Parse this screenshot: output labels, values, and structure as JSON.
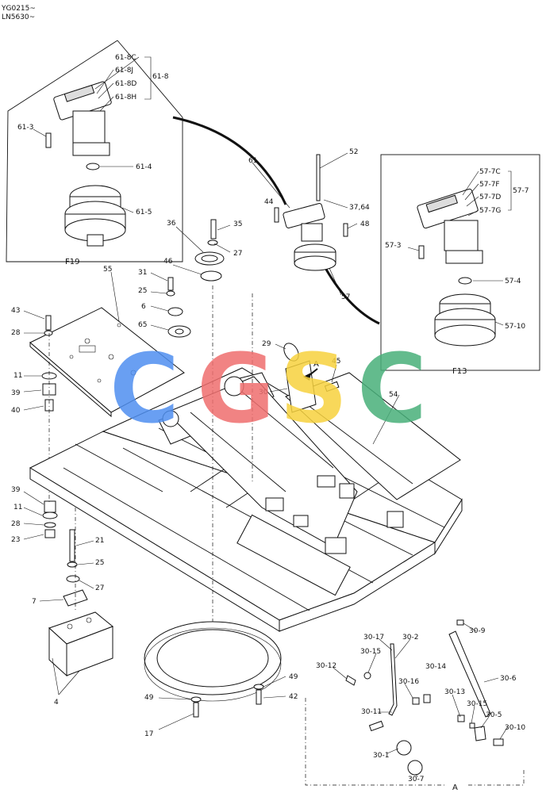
{
  "header": {
    "line1": "YG0215~",
    "line2": "LN5630~"
  },
  "watermark": {
    "text": "CGSC",
    "colors": [
      "#4f8ff0",
      "#ef6e6e",
      "#f7d23e",
      "#48b07a"
    ]
  },
  "callouts": {
    "c61_8C": "61-8C",
    "c61_8J": "61-8J",
    "c61_8D": "61-8D",
    "c61_8H": "61-8H",
    "c61_8": "61-8",
    "c61_3": "61-3",
    "c61_4": "61-4",
    "c61_5": "61-5",
    "f19": "F19",
    "c61": "61",
    "c52": "52",
    "c44": "44",
    "c37_64": "37,64",
    "c48": "48",
    "c57": "57",
    "c57_7C": "57-7C",
    "c57_7F": "57-7F",
    "c57_7D": "57-7D",
    "c57_7G": "57-7G",
    "c57_7": "57-7",
    "c57_3": "57-3",
    "c57_4": "57-4",
    "c57_10": "57-10",
    "f13": "F13",
    "c36": "36",
    "c35": "35",
    "c27a": "27",
    "c46": "46",
    "c31": "31",
    "c25a": "25",
    "c6": "6",
    "c65": "65",
    "c55": "55",
    "c43": "43",
    "c28a": "28",
    "c11a": "11",
    "c39a": "39",
    "c40": "40",
    "c29": "29",
    "cA": "A",
    "c45": "45",
    "c30": "30",
    "c54": "54",
    "c39b": "39",
    "c11b": "11",
    "c28b": "28",
    "c23": "23",
    "c21": "21",
    "c25b": "25",
    "c27b": "27",
    "c7": "7",
    "c4": "4",
    "c49a": "49",
    "c49b": "49",
    "c42": "42",
    "c17": "17",
    "c30_17": "30-17",
    "c30_2": "30-2",
    "c30_15a": "30-15",
    "c30_12": "30-12",
    "c30_14": "30-14",
    "c30_16": "30-16",
    "c30_11": "30-11",
    "c30_1": "30-1",
    "c30_7": "30-7",
    "c30_13": "30-13",
    "c30_15b": "30-15",
    "c30_5": "30-5",
    "c30_10": "30-10",
    "c30_6": "30-6",
    "c30_9": "30-9",
    "cA2": "A"
  }
}
